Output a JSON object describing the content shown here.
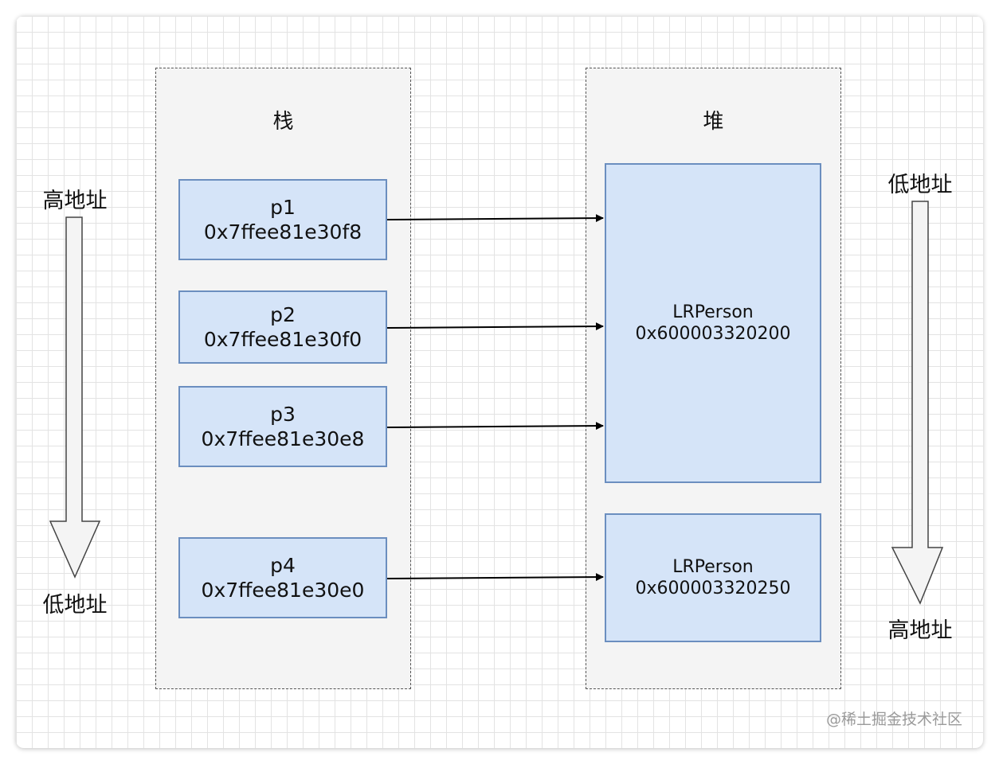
{
  "left_axis": {
    "top_label": "高地址",
    "bottom_label": "低地址"
  },
  "right_axis": {
    "top_label": "低地址",
    "bottom_label": "高地址"
  },
  "stack": {
    "title": "栈",
    "items": [
      {
        "name": "p1",
        "address": "0x7ffee81e30f8"
      },
      {
        "name": "p2",
        "address": "0x7ffee81e30f0"
      },
      {
        "name": "p3",
        "address": "0x7ffee81e30e8"
      },
      {
        "name": "p4",
        "address": "0x7ffee81e30e0"
      }
    ]
  },
  "heap": {
    "title": "堆",
    "objects": [
      {
        "class_name": "LRPerson",
        "address": "0x600003320200"
      },
      {
        "class_name": "LRPerson",
        "address": "0x600003320250"
      }
    ]
  },
  "watermark": "@稀土掘金技术社区",
  "colors": {
    "box_fill": "#d5e4f8",
    "box_border": "#6b8ebf",
    "region_fill": "#f4f4f4",
    "arrow": "#000000"
  }
}
